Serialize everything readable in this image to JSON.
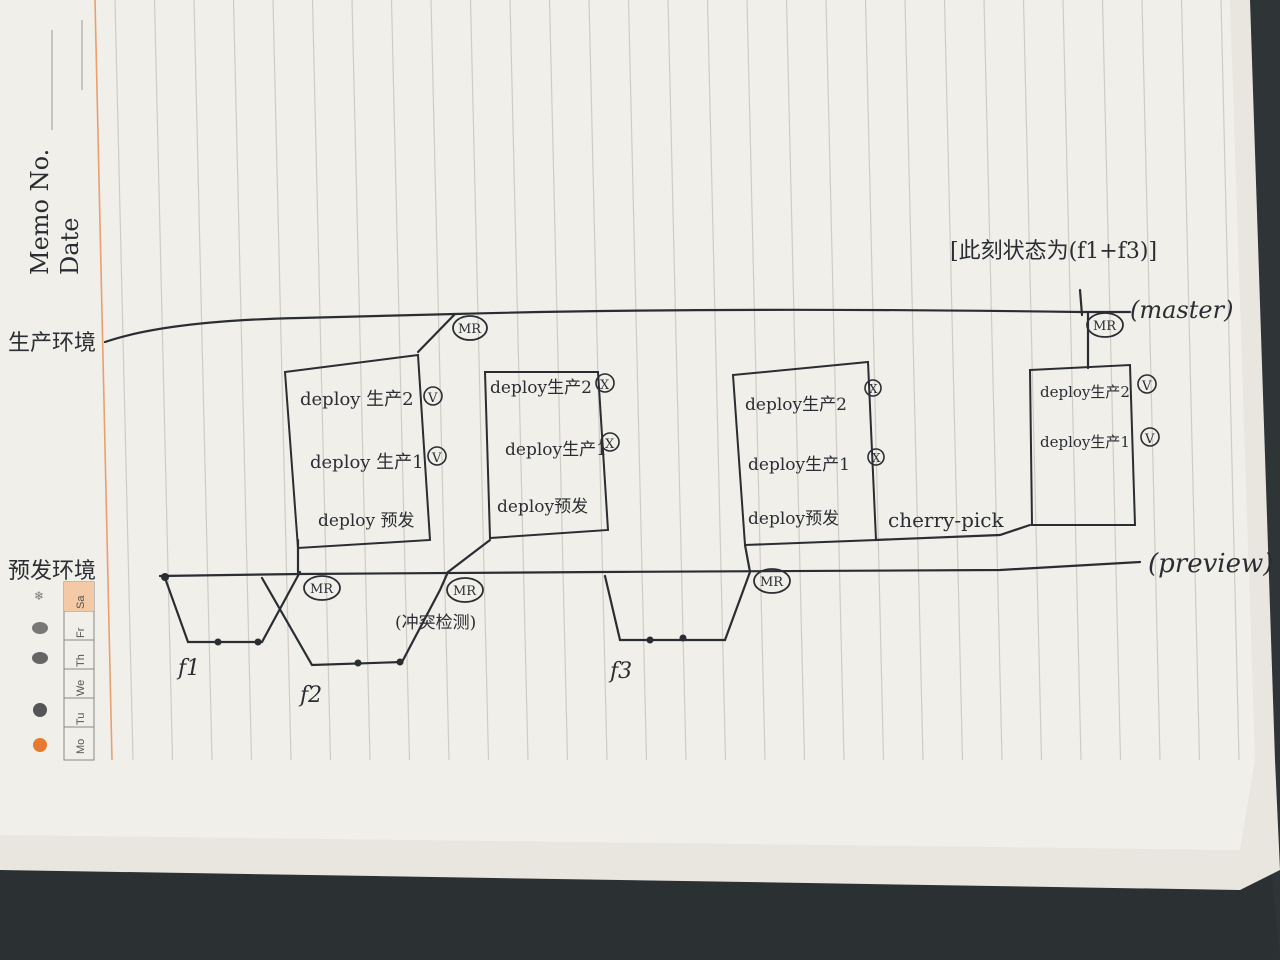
{
  "notebook": {
    "header": {
      "memo_label": "Memo No.",
      "date_label": "Date"
    },
    "weekdays": [
      "Mo",
      "Tu",
      "We",
      "Th",
      "Fr",
      "Sa"
    ],
    "weather_icons": [
      "sun-icon",
      "partly-cloudy-icon",
      "cloud-icon",
      "rain-icon",
      "snow-icon"
    ]
  },
  "diagram": {
    "env_production": "生产环境",
    "env_preview": "预发环境",
    "branch_master": "(master)",
    "branch_preview": "(preview)",
    "state_note": "[此刻状态为(f1+f3)]",
    "cherry_pick": "cherry-pick",
    "conflict_check": "(冲突检测)",
    "mr": "MR",
    "features": [
      "f1",
      "f2",
      "f3"
    ],
    "boxes": [
      {
        "rows": [
          {
            "label": "deploy 生产2",
            "mark": "V"
          },
          {
            "label": "deploy 生产1",
            "mark": "V"
          },
          {
            "label": "deploy 预发",
            "mark": ""
          }
        ]
      },
      {
        "rows": [
          {
            "label": "deploy生产2",
            "mark": "X"
          },
          {
            "label": "deploy生产1",
            "mark": "X"
          },
          {
            "label": "deploy预发",
            "mark": ""
          }
        ]
      },
      {
        "rows": [
          {
            "label": "deploy生产2",
            "mark": "X"
          },
          {
            "label": "deploy生产1",
            "mark": "X"
          },
          {
            "label": "deploy预发",
            "mark": ""
          }
        ]
      },
      {
        "rows": [
          {
            "label": "deploy生产2",
            "mark": "V"
          },
          {
            "label": "deploy生产1",
            "mark": "V"
          }
        ]
      }
    ],
    "colors": {
      "ink": "#2a2d33",
      "paper": "#f1efe9",
      "rule": "#c9c7c2",
      "margin": "#e8a070"
    }
  }
}
